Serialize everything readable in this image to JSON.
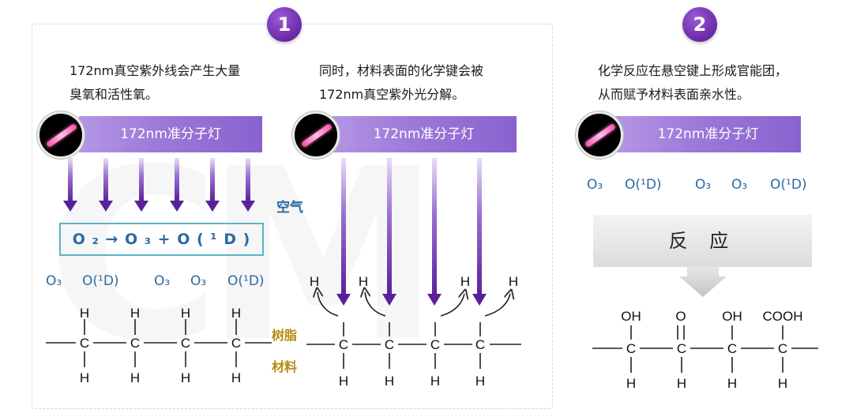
{
  "steps": [
    "1",
    "2"
  ],
  "panel1": {
    "caption_left": "172nm真空紫外线会产生大量\n臭氧和活性氧。",
    "caption_right": "同时，材料表面的化学键会被\n172nm真空紫外光分解。",
    "lamp_left": "172nm准分子灯",
    "lamp_right": "172nm准分子灯",
    "air_label": "空气",
    "equation": "O ₂ → O ₃ + O ( ¹ D )",
    "species": [
      "O₃",
      "O(¹D)",
      "O₃",
      "O₃",
      "O(¹D)"
    ],
    "resin_label_1": "树脂",
    "resin_label_2": "材料",
    "chain_left_atoms": {
      "top": "H",
      "center": "C",
      "bottom": "H"
    },
    "chain_right_atoms": {
      "top": "H",
      "center": "C",
      "bottom": "H"
    }
  },
  "panel2": {
    "caption": "化学反应在悬空键上形成官能团，\n从而赋予材料表面亲水性。",
    "lamp": "172nm准分子灯",
    "species": [
      "O₃",
      "O(¹D)",
      "O₃",
      "O₃",
      "O(¹D)"
    ],
    "reaction_label": "反 应",
    "groups": [
      "OH",
      "O",
      "OH",
      "COOH"
    ],
    "center_atom": "C",
    "bottom_atom": "H"
  },
  "colors": {
    "step_purple": "#6a2aa8",
    "lamp_purple": "#9c78d8",
    "arrow_purple": "#6a2aa8",
    "species_blue": "#2c6aa3",
    "resin_gold": "#b58a12",
    "equation_border": "#5bb3c9"
  }
}
